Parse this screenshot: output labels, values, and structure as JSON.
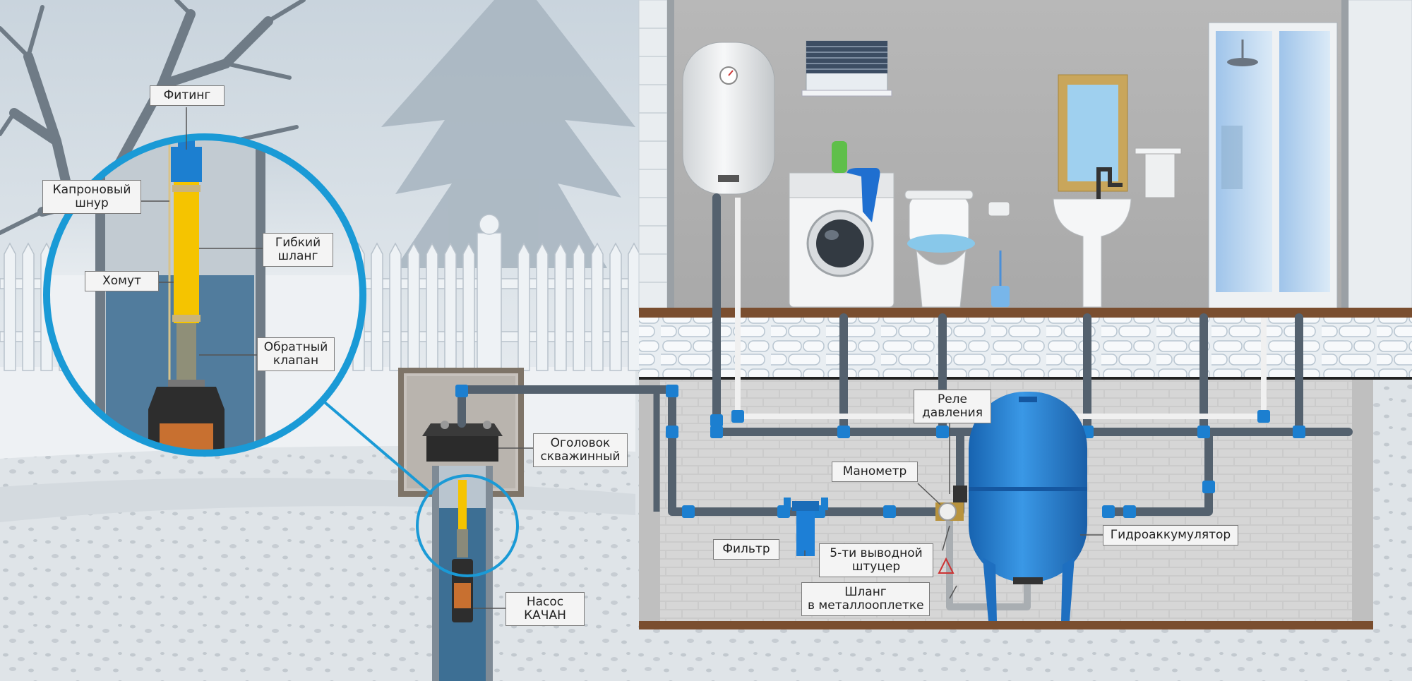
{
  "labels": {
    "fitting": "Фитинг",
    "nylon_cord": [
      "Капроновый",
      "шнур"
    ],
    "flexible_hose": [
      "Гибкий",
      "шланг"
    ],
    "clamp": "Хомут",
    "check_valve": [
      "Обратный",
      "клапан"
    ],
    "well_head": [
      "Оголовок",
      "скважинный"
    ],
    "pump": [
      "Насос",
      "КАЧАН"
    ],
    "pressure_relay": [
      "Реле",
      "давления"
    ],
    "manometer": "Манометр",
    "filter": "Фильтр",
    "five_way_fitting": [
      "5-ти выводной",
      "штуцер"
    ],
    "braided_hose": [
      "Шланг",
      "в металлооплетке"
    ],
    "accumulator": "Гидроаккумулятор"
  },
  "colors": {
    "pipe": "#54616e",
    "coupling_blue": "#1c7fd0",
    "accumulator_blue": "#2a86d6",
    "zoom_ring": "#1a9ad6",
    "hose_yellow": "#f5c400",
    "water": "#3d6f94",
    "wall": "#bdbdbd",
    "brick": "#c9c9c9",
    "soil": "#7a4e2f"
  },
  "icons": [
    "water-heater-icon",
    "window-blind-icon",
    "washing-machine-icon",
    "toilet-icon",
    "sink-icon",
    "mirror-icon",
    "shower-cabin-icon",
    "bare-tree-icon",
    "fir-tree-icon",
    "picket-fence-icon",
    "pressure-gauge-icon",
    "warning-triangle-icon"
  ]
}
